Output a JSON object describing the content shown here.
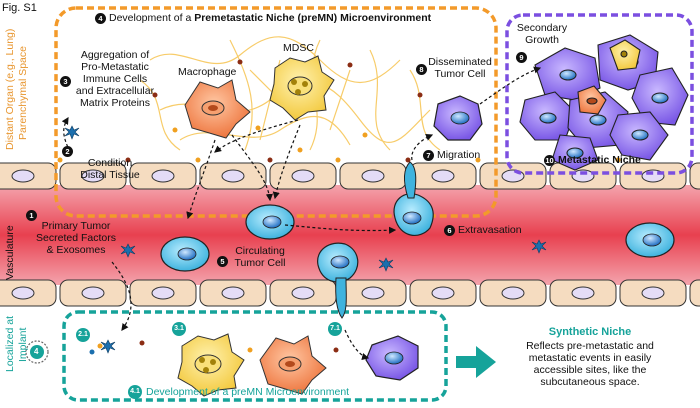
{
  "figure_label": "Fig. S1",
  "side_labels": {
    "distant_organ": "Distant Organ (e.g., Lung)",
    "parenchymal": "Parenchymal Space",
    "vasculature": "Vasculature",
    "localized": "Localized at",
    "implant": "Implant"
  },
  "steps": {
    "s1": {
      "num": "1",
      "l1": "Primary Tumor",
      "l2": "Secreted Factors",
      "l3": "& Exosomes"
    },
    "s2": {
      "num": "2",
      "l1": "Condition",
      "l2": "Distal Tissue"
    },
    "s3": {
      "num": "3",
      "l1": "Aggregation of",
      "l2": "Pro-Metastatic",
      "l3": "Immune Cells",
      "l4": "and Extracellular",
      "l5": "Matrix Proteins"
    },
    "s4": {
      "num": "4",
      "pre": "Development of a ",
      "bold": "Premetastatic Niche (preMN) Microenvironment"
    },
    "s5": {
      "num": "5",
      "l1": "Circulating",
      "l2": "Tumor Cell"
    },
    "s6": {
      "num": "6",
      "label": "Extravasation"
    },
    "s7": {
      "num": "7",
      "label": "Migration"
    },
    "s8": {
      "num": "8",
      "l1": "Disseminated",
      "l2": "Tumor Cell"
    },
    "s9": {
      "num": "9",
      "l1": "Secondary",
      "l2": "Growth"
    },
    "s10": {
      "num": "10",
      "label": "Metastatic Niche"
    }
  },
  "cells": {
    "macrophage": "Macrophage",
    "mdsc": "MDSC"
  },
  "teal_steps": {
    "t21": "2.1",
    "t31": "3.1",
    "t41": "4.1",
    "t41_label": "Development of a preMN Microenvironment",
    "t71": "7.1"
  },
  "implant_glyph": "4",
  "synthetic": {
    "title": "Synthetic Niche",
    "l1": "Reflects pre-metastatic and",
    "l2": "metastatic events in easily",
    "l3": "accessible sites, like the",
    "l4": "subcutaneous space."
  },
  "colors": {
    "orange_dash": "#f39a2a",
    "purple_dash": "#7b4fe0",
    "teal": "#16a39a",
    "vessel": "#e8404f",
    "endothelial": "#f5dcc0",
    "tumor_cell": "#5bc4e6",
    "metastatic_cell": "#9b7ef0",
    "macrophage": "#f2844a",
    "mdsc": "#f8da63"
  }
}
